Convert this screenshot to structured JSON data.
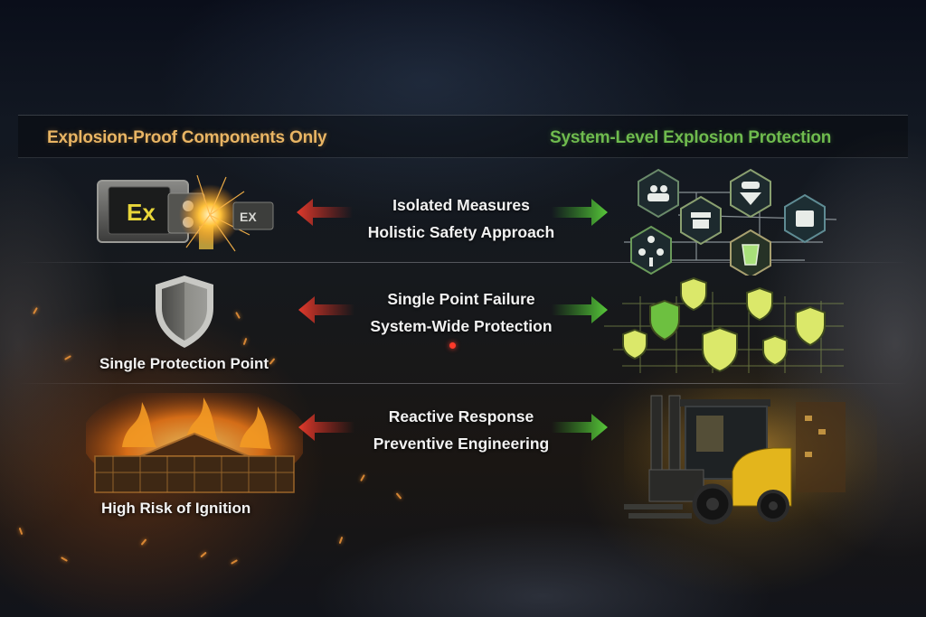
{
  "columns": {
    "left_title": "Explosion-Proof Components Only",
    "right_title": "System-Level Explosion Protection"
  },
  "colors": {
    "left_title": "#e9b564",
    "right_title": "#6fbb4e",
    "left_arrow": "#d8342a",
    "right_arrow": "#4fbf34",
    "shield_fill": "#dbe86a",
    "forklift": "#e3b51c"
  },
  "rows": [
    {
      "left_icon": "ex-junction-box-icon",
      "left_badge_big": "Ex",
      "left_badge_small": "EX",
      "left_label": "",
      "center_line1": "Isolated Measures",
      "center_line2": "Holistic Safety Approach",
      "right_icon": "hex-network-icon"
    },
    {
      "left_icon": "single-shield-icon",
      "left_label": "Single Protection Point",
      "center_line1": "Single Point Failure",
      "center_line2": "System-Wide Protection",
      "right_icon": "shield-grid-icon"
    },
    {
      "left_icon": "burning-warehouse-icon",
      "left_label": "High Risk of Ignition",
      "center_line1": "Reactive Response",
      "center_line2": "Preventive Engineering",
      "right_icon": "explosion-proof-forklift-icon"
    }
  ]
}
